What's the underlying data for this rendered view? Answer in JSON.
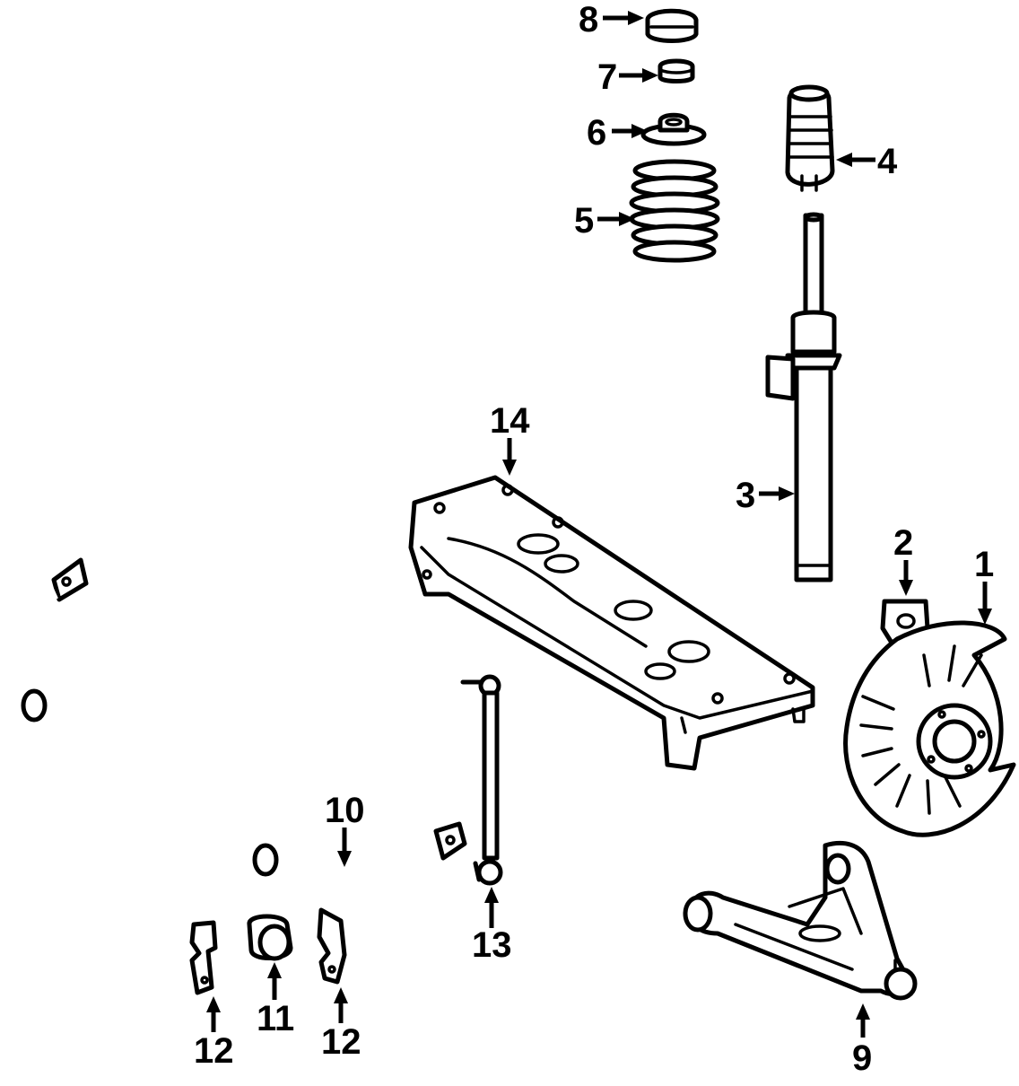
{
  "diagram": {
    "colors": {
      "ink": "#000000",
      "background": "#ffffff"
    },
    "callouts": [
      {
        "id": "c1",
        "text": "1"
      },
      {
        "id": "c2",
        "text": "2"
      },
      {
        "id": "c3",
        "text": "3"
      },
      {
        "id": "c4",
        "text": "4"
      },
      {
        "id": "c5",
        "text": "5"
      },
      {
        "id": "c6",
        "text": "6"
      },
      {
        "id": "c7",
        "text": "7"
      },
      {
        "id": "c8",
        "text": "8"
      },
      {
        "id": "c9",
        "text": "9"
      },
      {
        "id": "c10",
        "text": "10"
      },
      {
        "id": "c11",
        "text": "11"
      },
      {
        "id": "c12a",
        "text": "12"
      },
      {
        "id": "c12b",
        "text": "12"
      },
      {
        "id": "c13",
        "text": "13"
      },
      {
        "id": "c14",
        "text": "14"
      }
    ]
  }
}
